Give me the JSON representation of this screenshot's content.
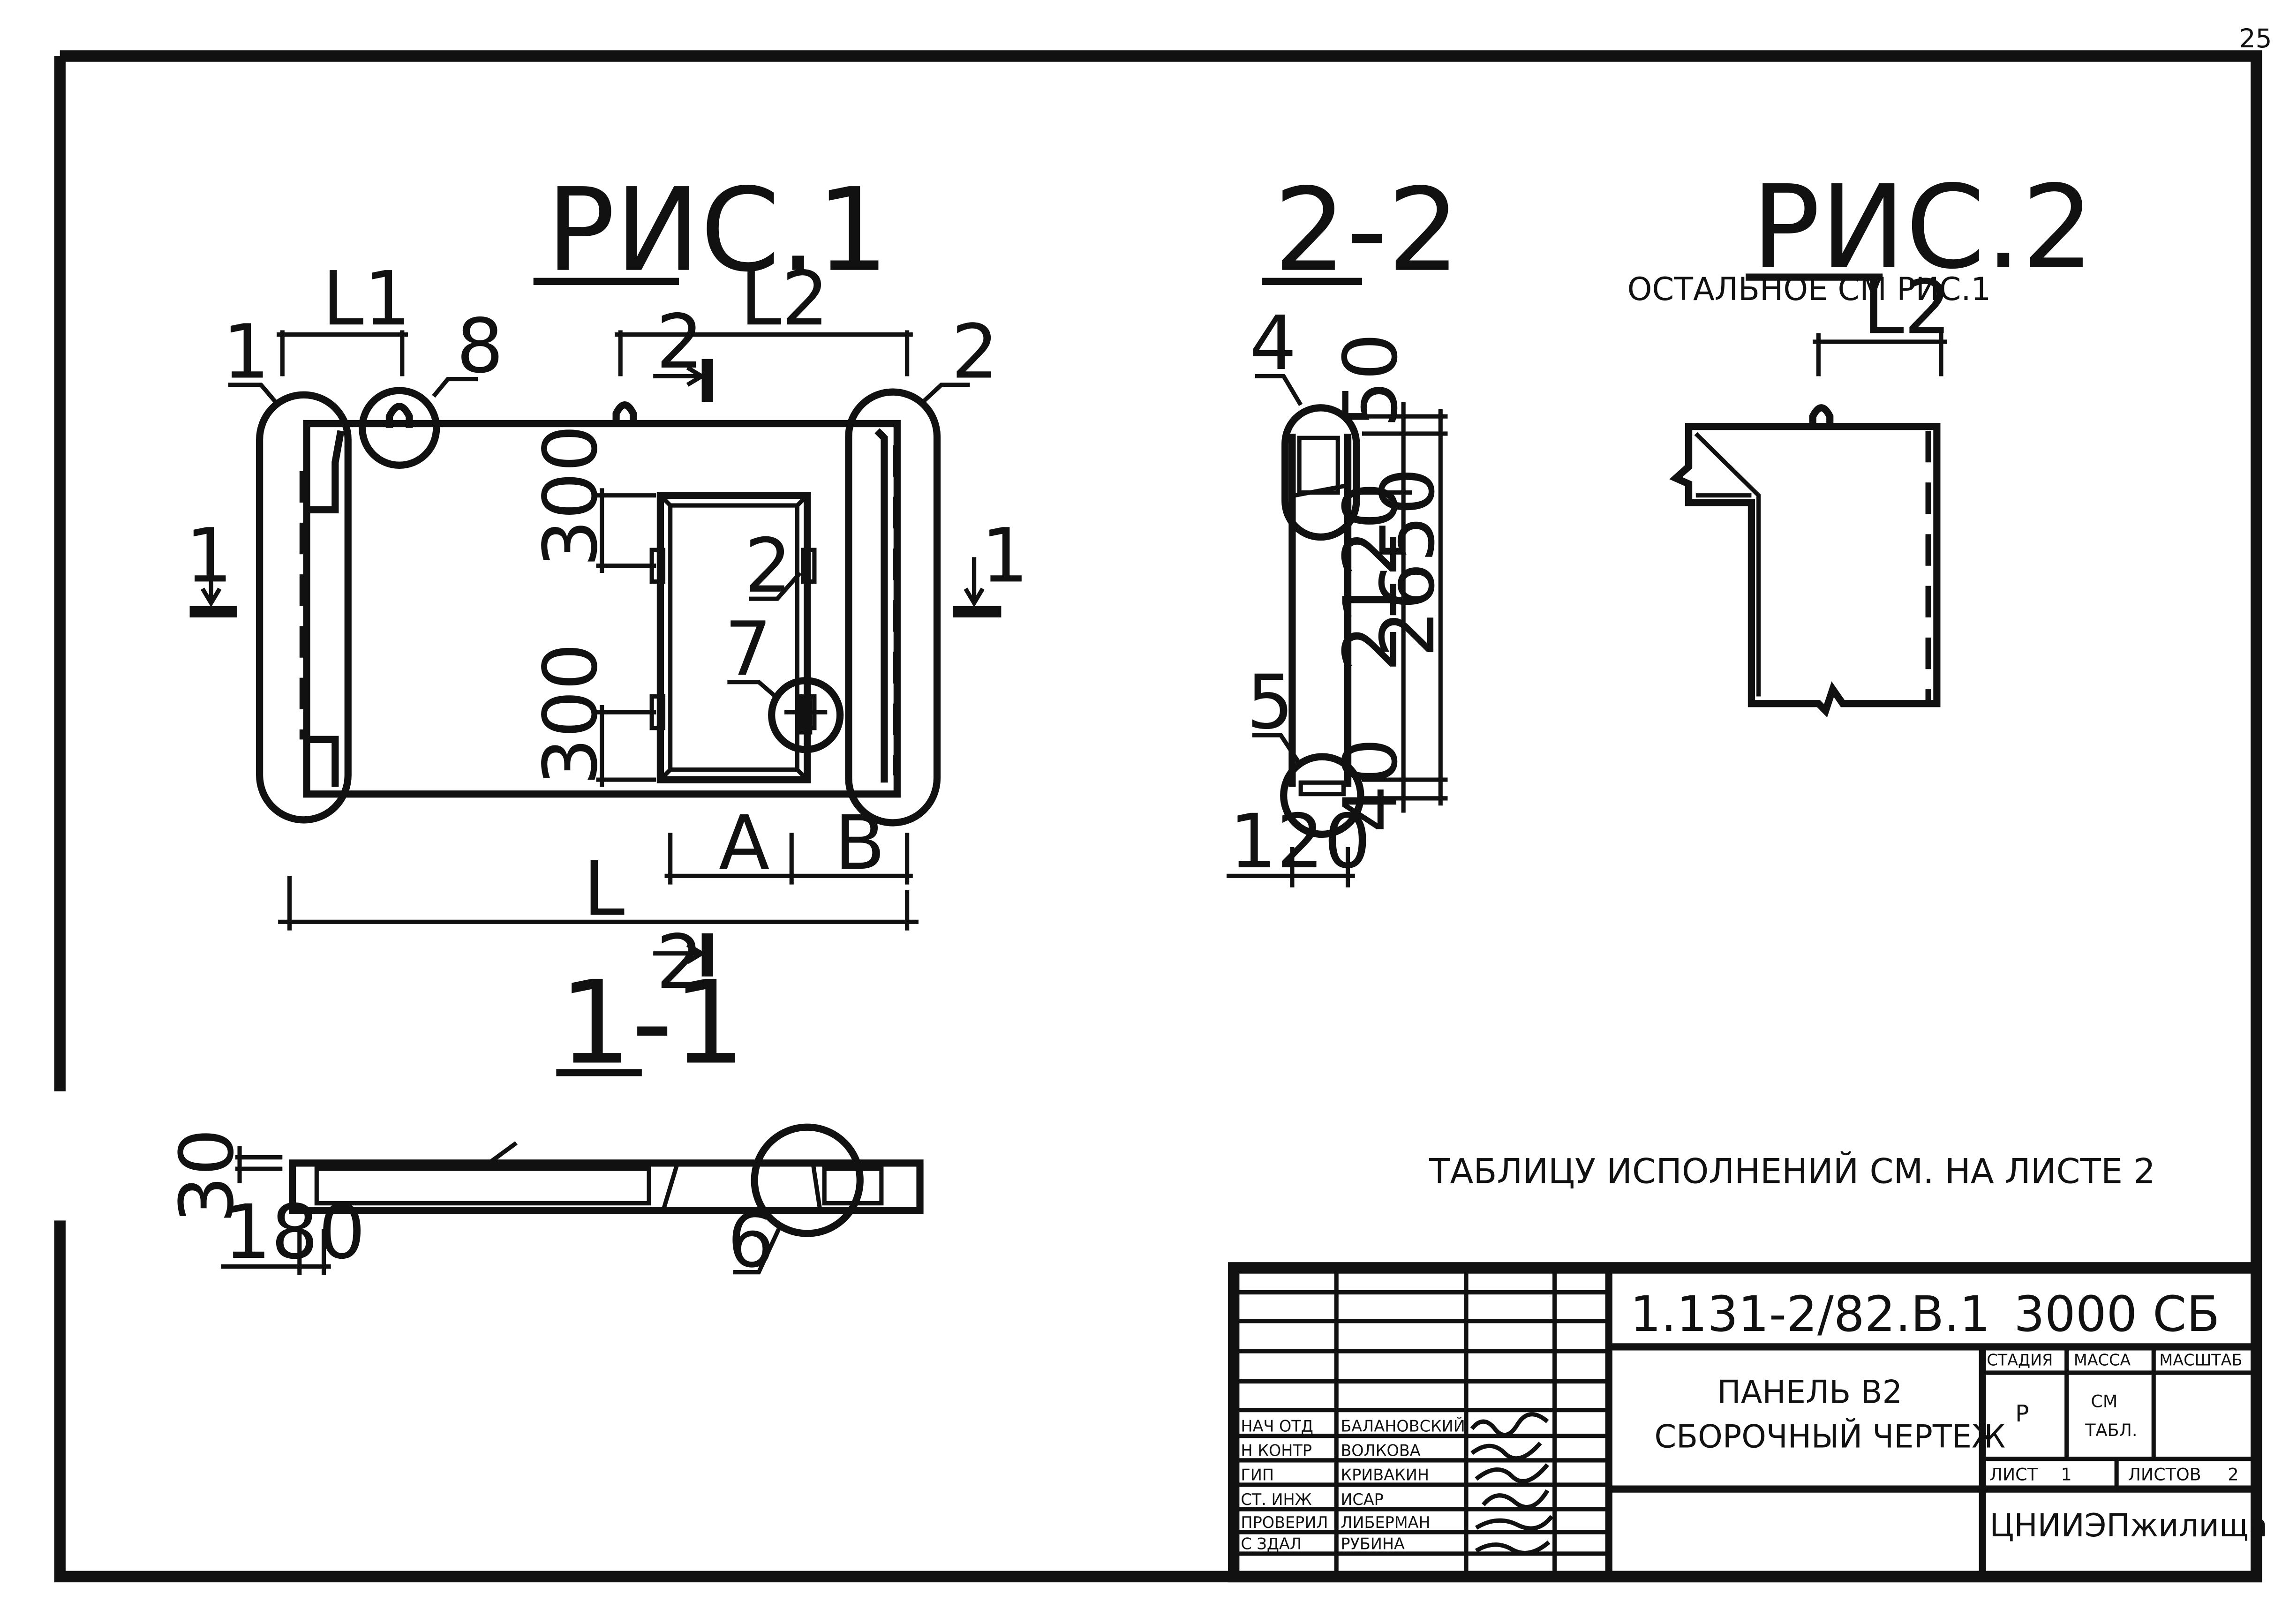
{
  "page_number": "25",
  "fig1": {
    "title": "РИС.1",
    "dims": {
      "l1": "L1",
      "l2": "L2",
      "a": "A",
      "b": "B",
      "l": "L",
      "d300_top": "300",
      "d300_bottom": "300"
    },
    "callouts": {
      "c1": "1",
      "c8": "8",
      "c2_right": "2",
      "c2_inner": "2",
      "c7": "7"
    },
    "section_marks": {
      "s2_top": "2",
      "s2_bottom": "2",
      "s1_left": "1",
      "s1_right": "1"
    }
  },
  "sec22": {
    "title": "2-2",
    "dims": {
      "d50": "50",
      "d2120": "2120",
      "d2650": "2650",
      "d40": "40",
      "d120": "120"
    },
    "callouts": {
      "c4": "4",
      "c5": "5"
    }
  },
  "fig2": {
    "title": "РИС.2",
    "note": "ОСТАЛЬНОЕ СМ  РИС.1",
    "dims": {
      "l2": "L2"
    }
  },
  "sec11": {
    "title": "1-1",
    "dims": {
      "d30": "30",
      "d180": "180"
    },
    "callouts": {
      "c6": "6"
    }
  },
  "table_note": "ТАБЛИЦУ ИСПОЛНЕНИЙ СМ. НА ЛИСТЕ 2",
  "title_block": {
    "doc_code": "1.131-2/82.В.1",
    "mark": "3000 СБ",
    "name_line1": "ПАНЕЛЬ В2",
    "name_line2": "СБОРОЧНЫЙ ЧЕРТЕЖ",
    "stage_header": "СТАДИЯ",
    "mass_header": "МАССА",
    "scale_header": "МАСШТАБ",
    "stage_value": "Р",
    "mass_value_line1": "СМ",
    "mass_value_line2": "ТАБЛ.",
    "sheet_label": "ЛИСТ",
    "sheet_value": "1",
    "sheets_label": "ЛИСТОВ",
    "sheets_value": "2",
    "organization": "ЦНИИЭПжилища",
    "signatures": [
      {
        "role": "НАЧ ОТД",
        "name": "БАЛАНОВСКИЙ"
      },
      {
        "role": "Н КОНТР",
        "name": "ВОЛКОВА"
      },
      {
        "role": "ГИП",
        "name": "КРИВАКИН"
      },
      {
        "role": "СТ. ИНЖ",
        "name": "ИСАР"
      },
      {
        "role": "ПРОВЕРИЛ",
        "name": "ЛИБЕРМАН"
      },
      {
        "role": "С ЗДАЛ",
        "name": "РУБИНА"
      }
    ]
  }
}
